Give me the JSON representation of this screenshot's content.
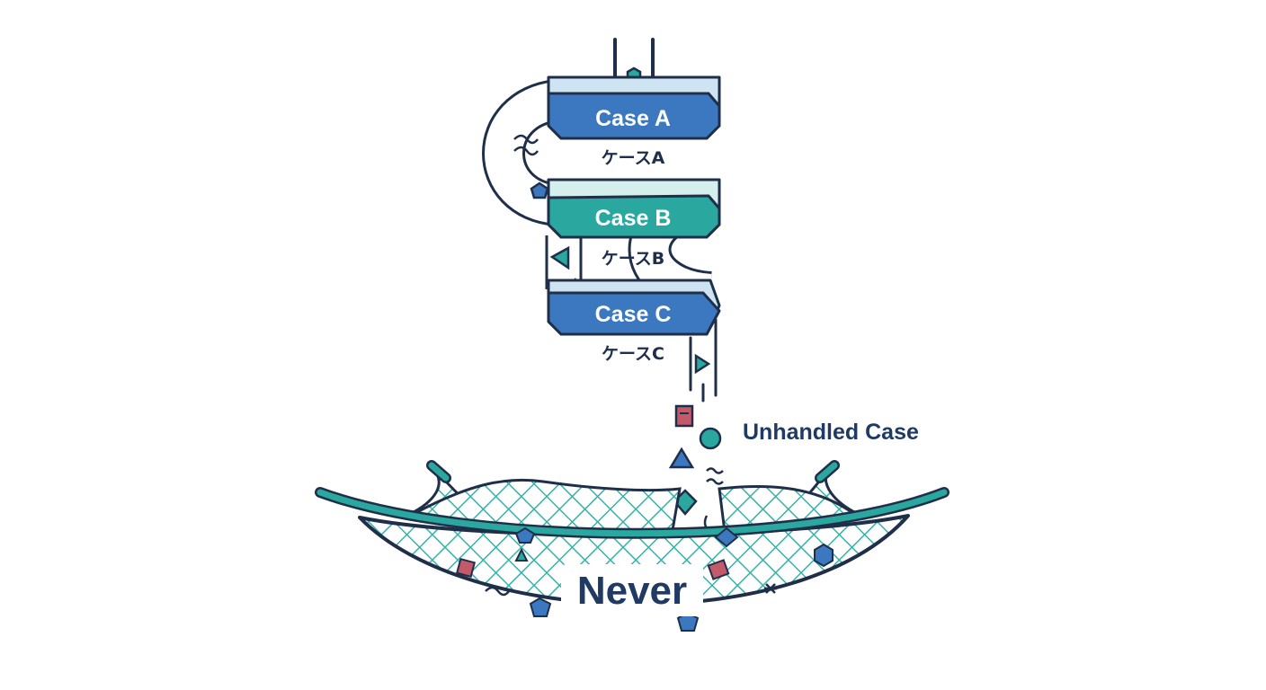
{
  "colors": {
    "ink": "#1f2f4a",
    "blue": "#3b78c0",
    "blue_light": "#cfe4f3",
    "teal": "#2aa89f",
    "teal_light": "#d4efec",
    "red": "#c35a6a",
    "net": "#35b3a8"
  },
  "cases": [
    {
      "label": "Case A",
      "sublabel": "ケースA"
    },
    {
      "label": "Case B",
      "sublabel": "ケースB"
    },
    {
      "label": "Case C",
      "sublabel": "ケースC"
    }
  ],
  "unhandled": {
    "label": "Unhandled Case"
  },
  "net": {
    "label": "Never"
  },
  "icons": [
    "hexagon-icon",
    "pentagon-icon",
    "triangle-icon",
    "square-icon",
    "circle-icon",
    "diamond-icon",
    "asterisk-icon"
  ]
}
